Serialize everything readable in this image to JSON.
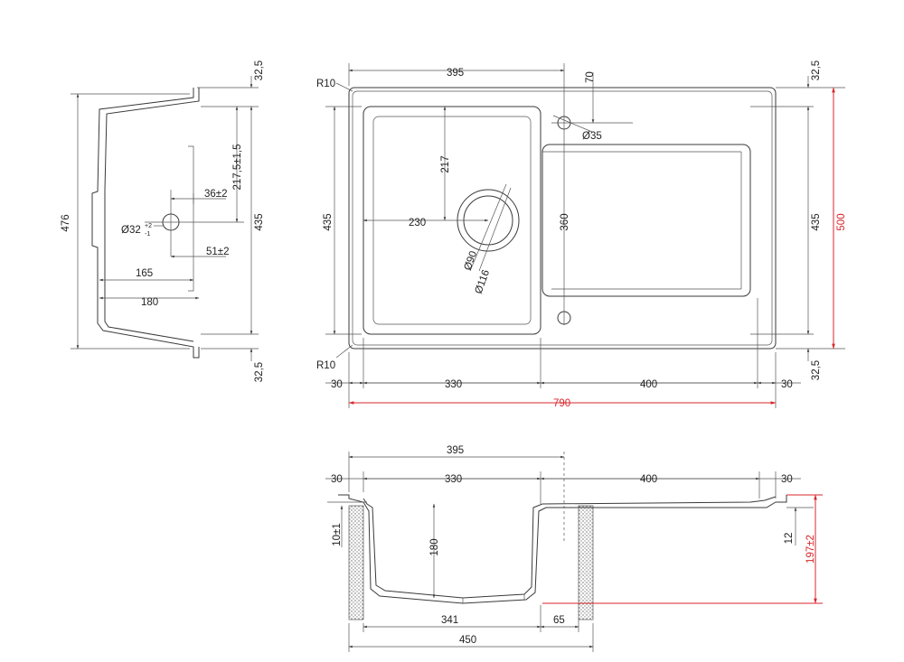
{
  "side_view": {
    "total_height": "476",
    "flange_top": "32,5",
    "flange_bottom": "32,5",
    "height_435": "435",
    "height_217": "217,5±1,5",
    "offset_36": "36±2",
    "drain_dia_main": "Ø32",
    "drain_dia_sup": "+2",
    "drain_dia_sub": "-1",
    "offset_51": "51±2",
    "depth_165": "165",
    "depth_180": "180"
  },
  "top_view": {
    "radius_top": "R10",
    "radius_bottom": "R10",
    "width_395": "395",
    "offset_70": "70",
    "tap_hole": "Ø35",
    "height_217": "217",
    "width_230": "230",
    "height_435_left": "435",
    "height_360": "360",
    "drain_90": "Ø90",
    "drain_116": "Ø116",
    "height_435_right": "435",
    "overall_height": "500",
    "margin_top": "32,5",
    "margin_bottom": "32,5",
    "left_margin": "30",
    "bowl_width": "330",
    "drainer_width": "400",
    "right_margin": "30",
    "overall_width": "790"
  },
  "section_view": {
    "width_395": "395",
    "left_margin": "30",
    "bowl_width": "330",
    "drainer_width": "400",
    "right_margin": "30",
    "rim_10": "10±1",
    "depth_180": "180",
    "rim_12": "12",
    "overall_depth": "197±2",
    "bottom_341": "341",
    "gap_65": "65",
    "cabinet_450": "450"
  },
  "colors": {
    "line": "#3a3a3a",
    "accent": "#d8262b"
  }
}
